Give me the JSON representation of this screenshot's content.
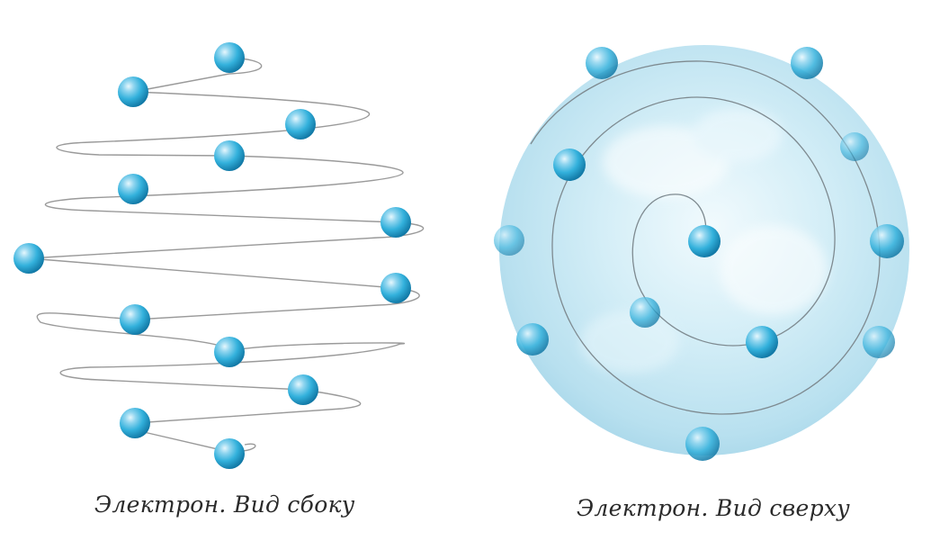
{
  "captions": {
    "side_view": "Электрон. Вид сбоку",
    "top_view": "Электрон. Вид сверху"
  },
  "colors": {
    "sphere_light": "#bfe8f6",
    "sphere_mid": "#3cb7e0",
    "sphere_dark": "#1586b3",
    "disc_light": "#e8f6fb",
    "disc_mid": "#bfe3f0",
    "disc_edge": "#a7d6e9",
    "wire": "#9a9a9a"
  },
  "icons": {
    "sphere": "electron-sphere-icon",
    "helix": "helix-path",
    "spiral": "spiral-path",
    "disc": "disc-cloud"
  }
}
